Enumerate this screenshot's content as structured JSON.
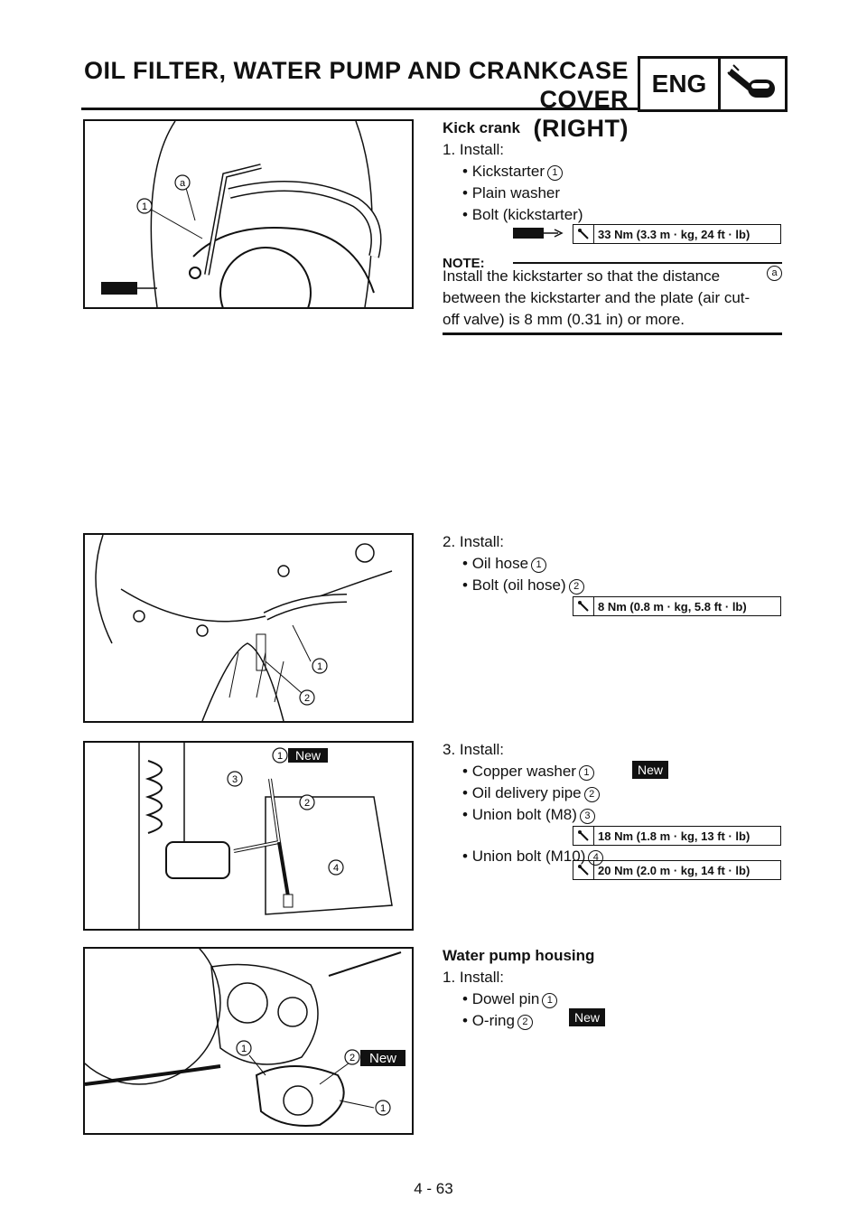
{
  "header": {
    "title_line1": "OIL FILTER, WATER PUMP AND CRANKCASE COVER",
    "title_line2": "(RIGHT)",
    "section_tag": "ENG"
  },
  "kick_crank": {
    "heading": "Kick crank",
    "step": "1. Install:",
    "items": [
      "Kickstarter",
      "Plain washer",
      "Bolt (kickstarter)"
    ],
    "item_refs": [
      "1",
      "",
      ""
    ],
    "torque": "33 Nm (3.3 m · kg, 24 ft · lb)",
    "note_label": "NOTE:",
    "note_lines": [
      "Install the kickstarter so that the distance",
      "between the kickstarter and the plate (air cut-",
      "off valve) is 8 mm (0.31 in) or more."
    ],
    "note_ref": "a",
    "fig_labels": [
      "a",
      "1"
    ]
  },
  "oil_hose": {
    "step": "2. Install:",
    "items": [
      "Oil hose",
      "Bolt (oil hose)"
    ],
    "item_refs": [
      "1",
      "2"
    ],
    "torque": "8 Nm (0.8 m · kg, 5.8 ft · lb)",
    "fig_labels": [
      "1",
      "2"
    ]
  },
  "oil_pipe": {
    "step": "3. Install:",
    "items": [
      "Copper washer",
      "Oil delivery pipe",
      "Union bolt (M8)",
      "Union bolt (M10)"
    ],
    "item_refs": [
      "1",
      "2",
      "3",
      "4"
    ],
    "new_label": "New",
    "torque_m8": "18 Nm (1.8 m · kg, 13 ft · lb)",
    "torque_m10": "20 Nm (2.0 m · kg, 14 ft · lb)",
    "fig_labels": [
      "1",
      "2",
      "3",
      "4"
    ]
  },
  "water_pump": {
    "heading": "Water pump housing",
    "step": "1. Install:",
    "items": [
      "Dowel pin",
      "O-ring"
    ],
    "item_refs": [
      "1",
      "2"
    ],
    "new_label": "New",
    "fig_labels": [
      "1",
      "2",
      "1"
    ]
  },
  "footer": {
    "page_number": "4 - 63"
  }
}
